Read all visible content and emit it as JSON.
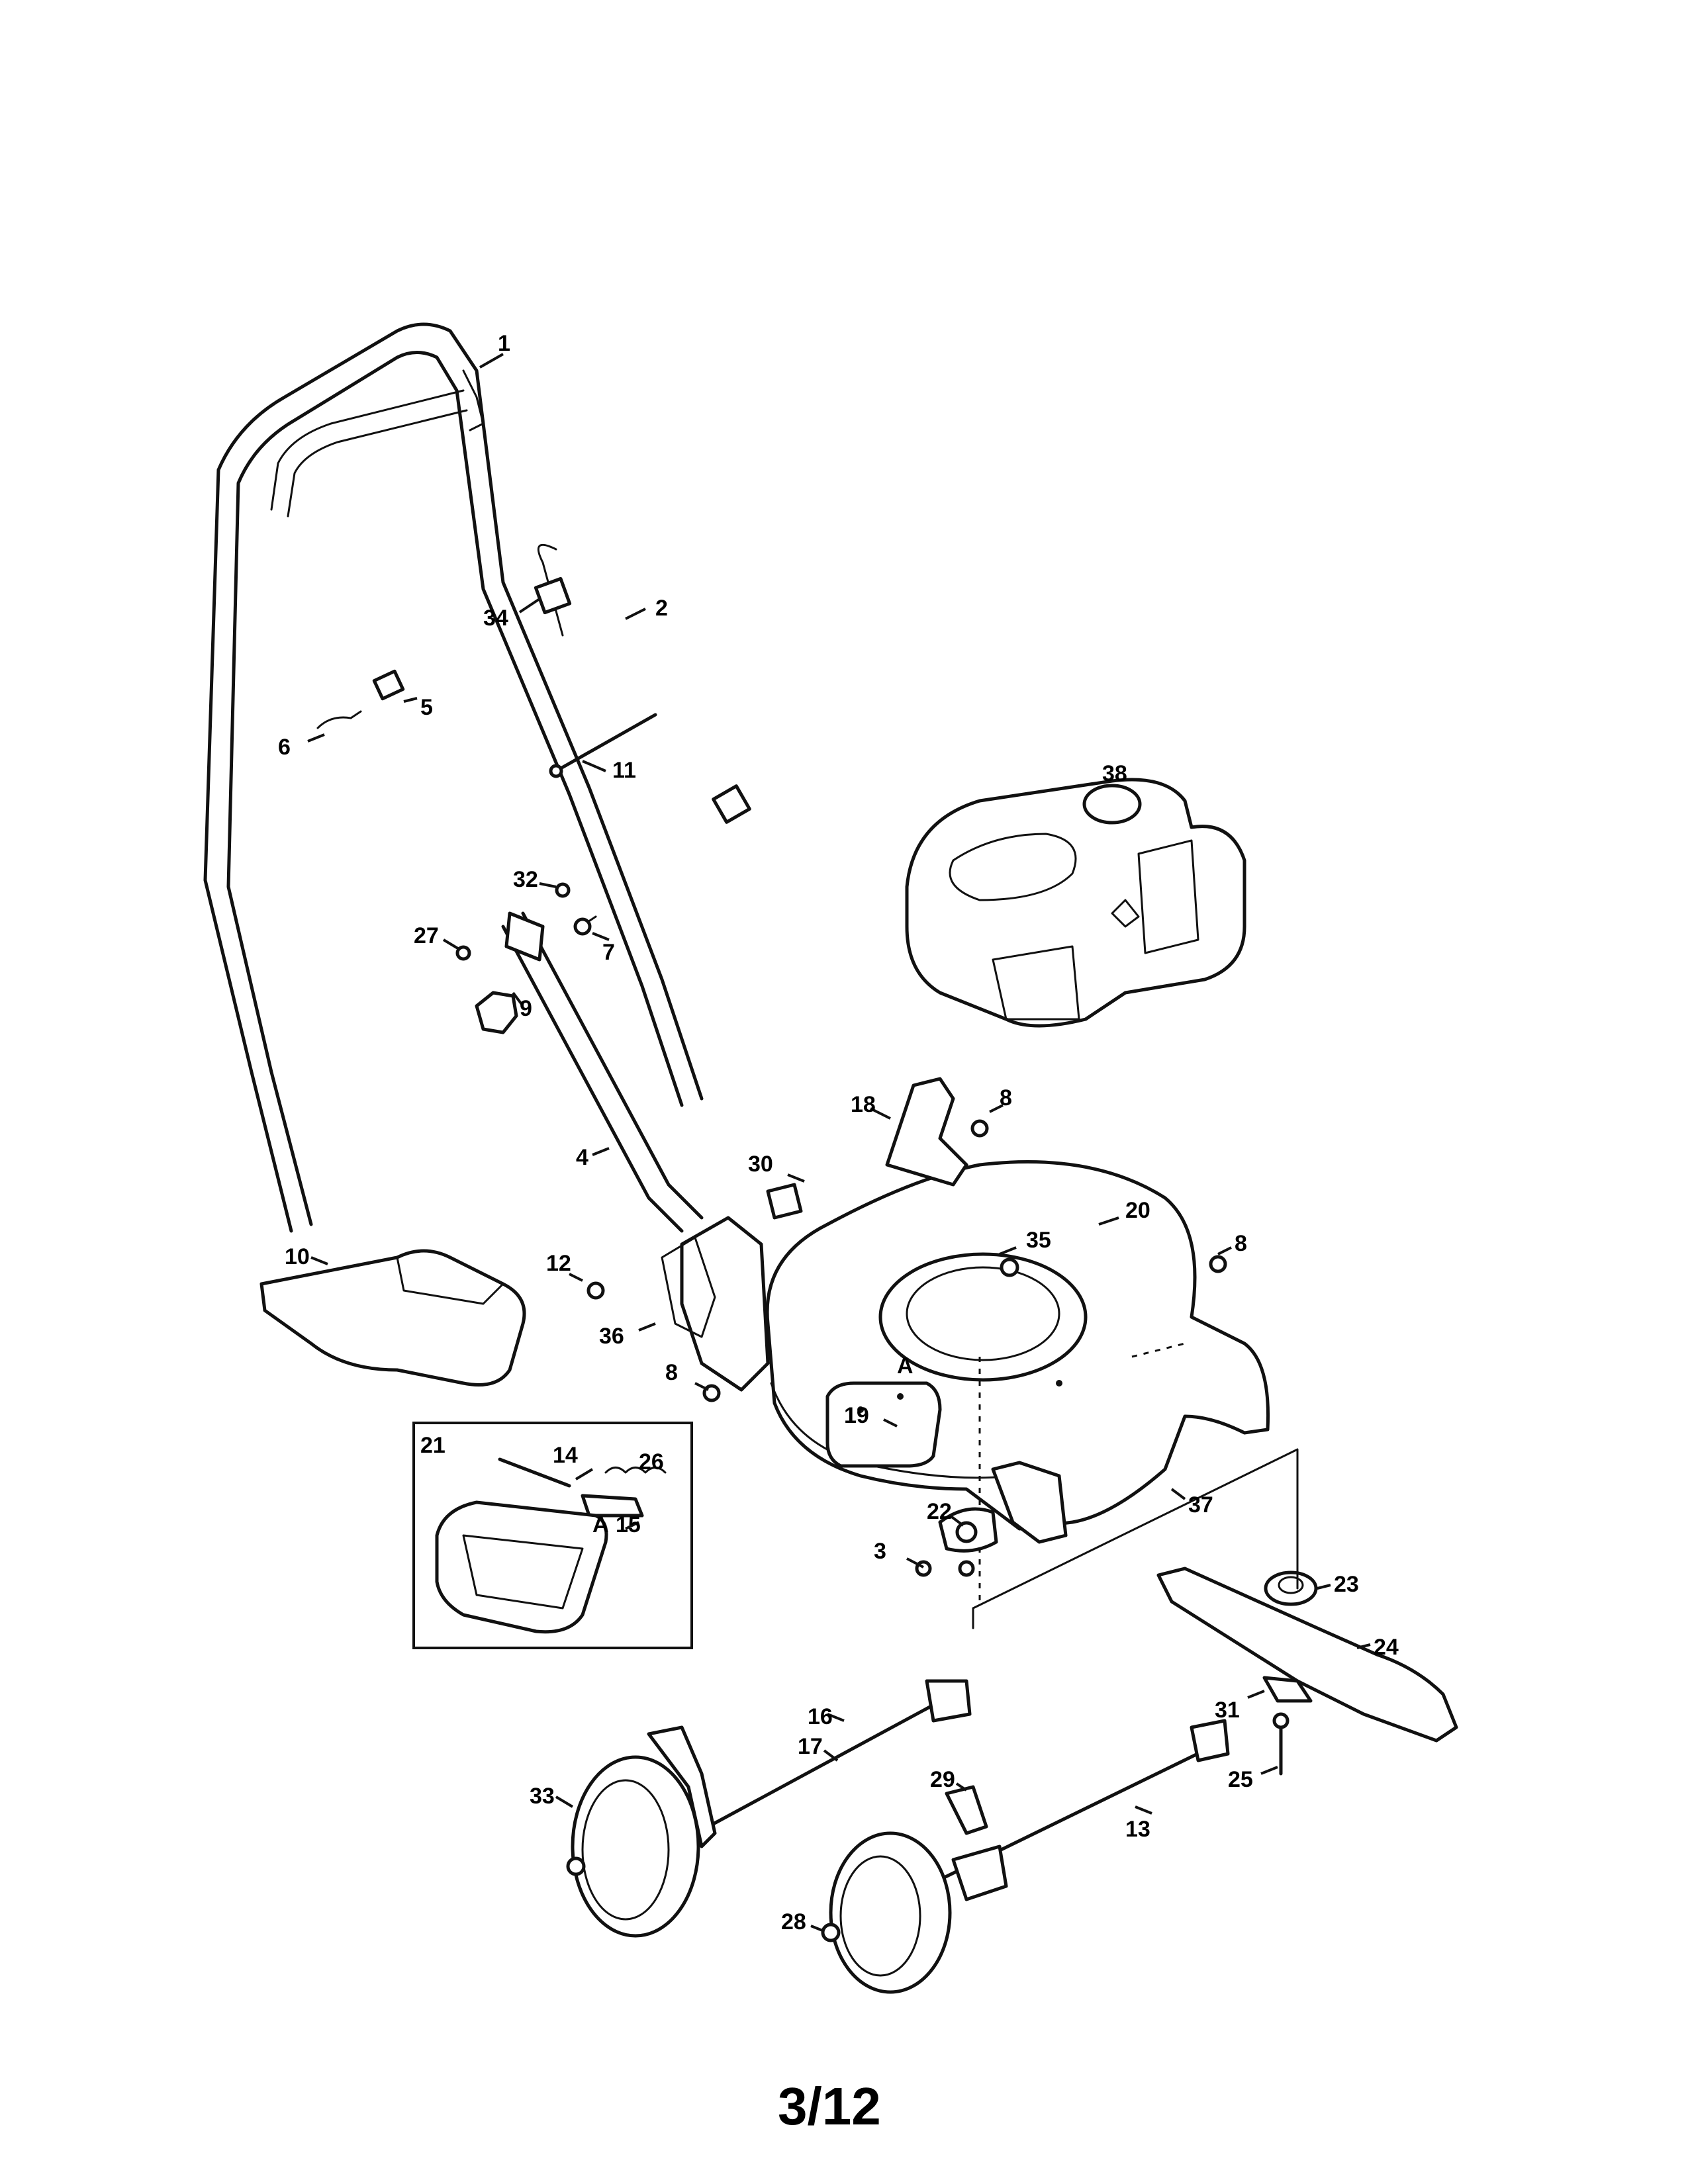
{
  "callouts": {
    "c1": "1",
    "c2": "2",
    "c3": "3",
    "c4": "4",
    "c5": "5",
    "c6": "6",
    "c7": "7",
    "c8a": "8",
    "c8b": "8",
    "c8c": "8",
    "c9": "9",
    "c10": "10",
    "c11": "11",
    "c12": "12",
    "c13": "13",
    "c14": "14",
    "c15": "15",
    "c16": "16",
    "c17": "17",
    "c18": "18",
    "c19": "19",
    "c20": "20",
    "c21": "21",
    "c22": "22",
    "c23": "23",
    "c24": "24",
    "c25": "25",
    "c26": "26",
    "c27": "27",
    "c28": "28",
    "c29": "29",
    "c30": "30",
    "c31": "31",
    "c32": "32",
    "c33": "33",
    "c34": "34",
    "c35": "35",
    "c36": "36",
    "c37": "37",
    "c38": "38"
  },
  "reference_marks": {
    "deck_a": "A",
    "inset_a": "A"
  },
  "page_number": "3/12"
}
